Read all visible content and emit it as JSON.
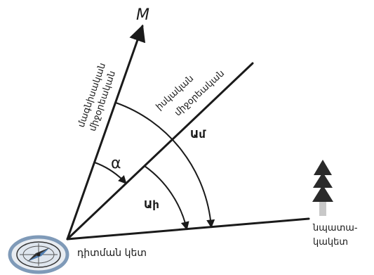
{
  "labels": {
    "north_letter": "M",
    "magnetic_meridian": [
      "մագնիսական",
      "միջօրեական"
    ],
    "true_meridian": [
      "իսկական",
      "միջօրեական"
    ],
    "alpha": "α",
    "azimuth_magnetic": "Ամ",
    "azimuth_true": "Աի",
    "target": [
      "նպատա-",
      "կակետ"
    ],
    "observation_point": "դիտման կետ"
  },
  "colors": {
    "ink": "#1a1a1a",
    "compass_rim": "#7f9ab8",
    "compass_face": "#dfe6ee",
    "tree": "#2a2a2a",
    "tree_trunk": "#c8c8c8"
  },
  "icons": [
    "compass-icon",
    "tree-icon"
  ]
}
